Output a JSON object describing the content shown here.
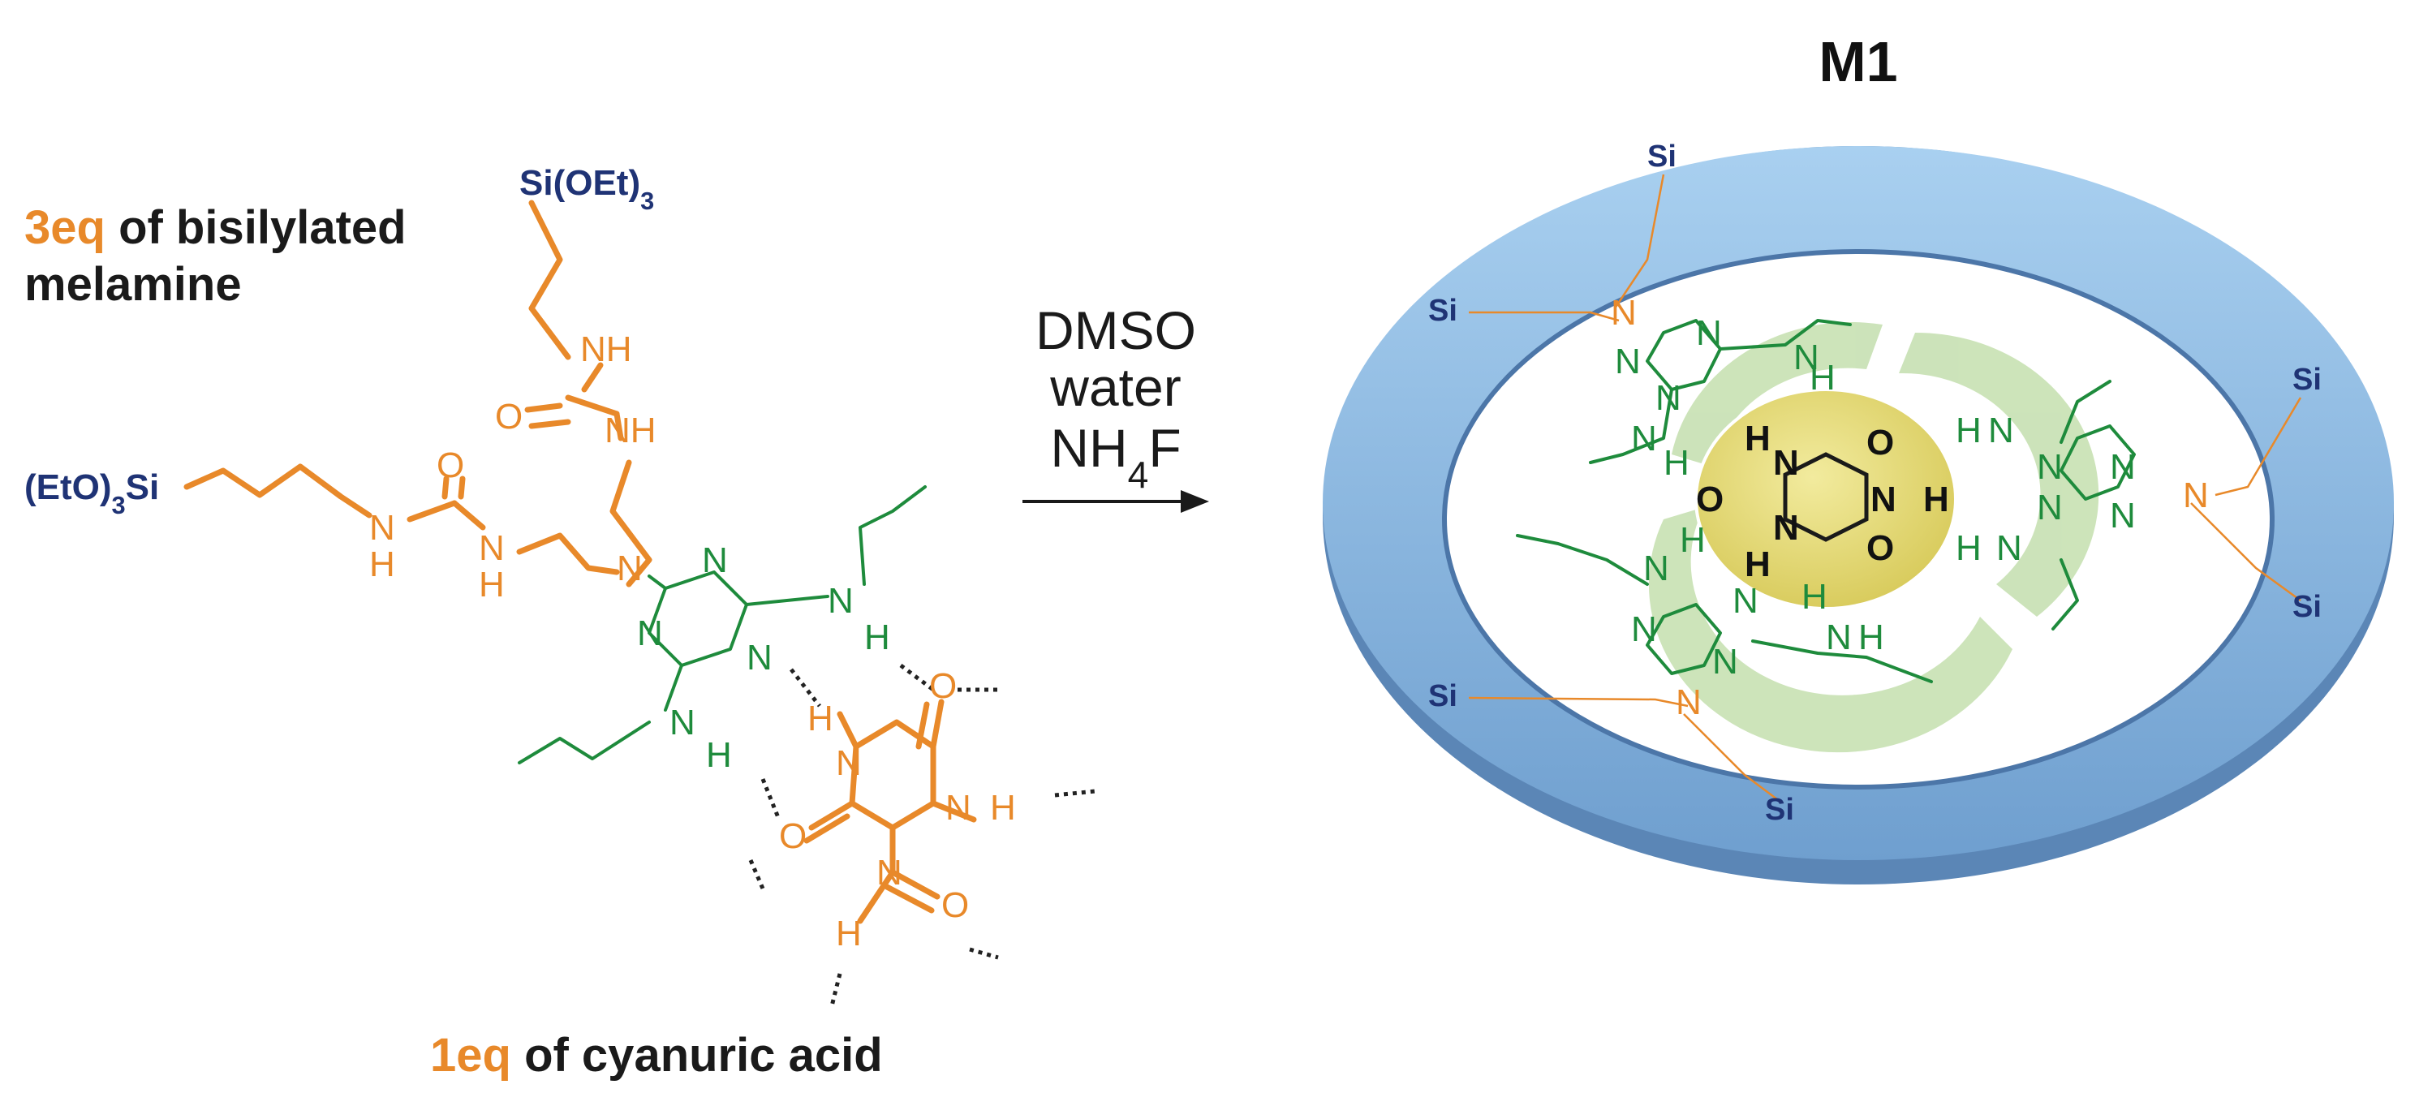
{
  "left_panel": {
    "melamine_label": {
      "amount": "3eq",
      "rest_line1": " of bisilylated",
      "line2": "melamine"
    },
    "cyanuric_label": {
      "amount": "1eq",
      "rest": " of cyanuric acid"
    },
    "silyl_groups": {
      "top": "Si(OEt)3",
      "left": "(EtO)3Si"
    },
    "atoms": {
      "nitrogen": "N",
      "hydrogen": "H",
      "oxygen": "O",
      "nh": "NH"
    }
  },
  "conditions": {
    "line1": "DMSO",
    "line2": "water",
    "line3": "NH4F"
  },
  "right_panel": {
    "title": "M1",
    "silicon": "Si",
    "nitrogen": "N",
    "hydrogen": "H",
    "oxygen": "O"
  },
  "colors": {
    "melamine_orange": "#e8892a",
    "triazine_green": "#1e8b3c",
    "silicon_navy": "#1f3375",
    "ring_blue": "#8fbde6",
    "core_yellow": "#e5da7a",
    "segment_green": "#c4dfae"
  }
}
